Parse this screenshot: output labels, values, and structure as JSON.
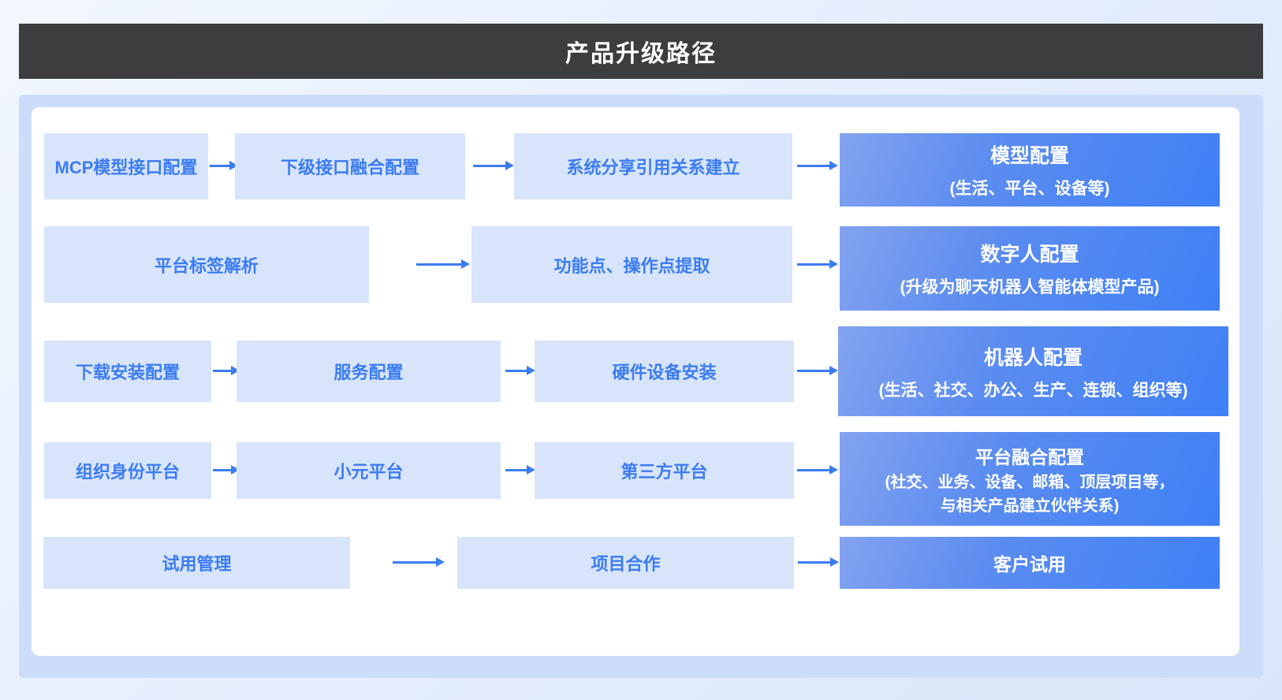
{
  "title": "产品升级路径",
  "colors": {
    "header_bg": "#3d3d40",
    "board_bg": "#cdddf9",
    "panel_bg": "#ffffff",
    "step_bg": "#d8e4fa",
    "step_text": "#3b7cf2",
    "arrow": "#3b7cf2",
    "result_gradient_start": "#84a3f0",
    "result_gradient_end": "#3f80f6",
    "result_text": "#ffffff"
  },
  "rows": [
    {
      "steps": [
        "MCP模型接口配置",
        "下级接口融合配置",
        "系统分享引用关系建立"
      ],
      "result": {
        "title": "模型配置",
        "subtitle": "(生活、平台、设备等)"
      }
    },
    {
      "steps": [
        "平台标签解析",
        "功能点、操作点提取"
      ],
      "result": {
        "title": "数字人配置",
        "subtitle": "(升级为聊天机器人智能体模型产品)"
      }
    },
    {
      "steps": [
        "下载安装配置",
        "服务配置",
        "硬件设备安装"
      ],
      "result": {
        "title": "机器人配置",
        "subtitle": "(生活、社交、办公、生产、连锁、组织等)"
      }
    },
    {
      "steps": [
        "组织身份平台",
        "小元平台",
        "第三方平台"
      ],
      "result": {
        "title": "平台融合配置",
        "subtitle": "(社交、业务、设备、邮箱、顶层项目等，",
        "subtitle2": "与相关产品建立伙伴关系)"
      }
    },
    {
      "steps": [
        "试用管理",
        "项目合作"
      ],
      "result": {
        "title": "客户试用"
      }
    }
  ]
}
